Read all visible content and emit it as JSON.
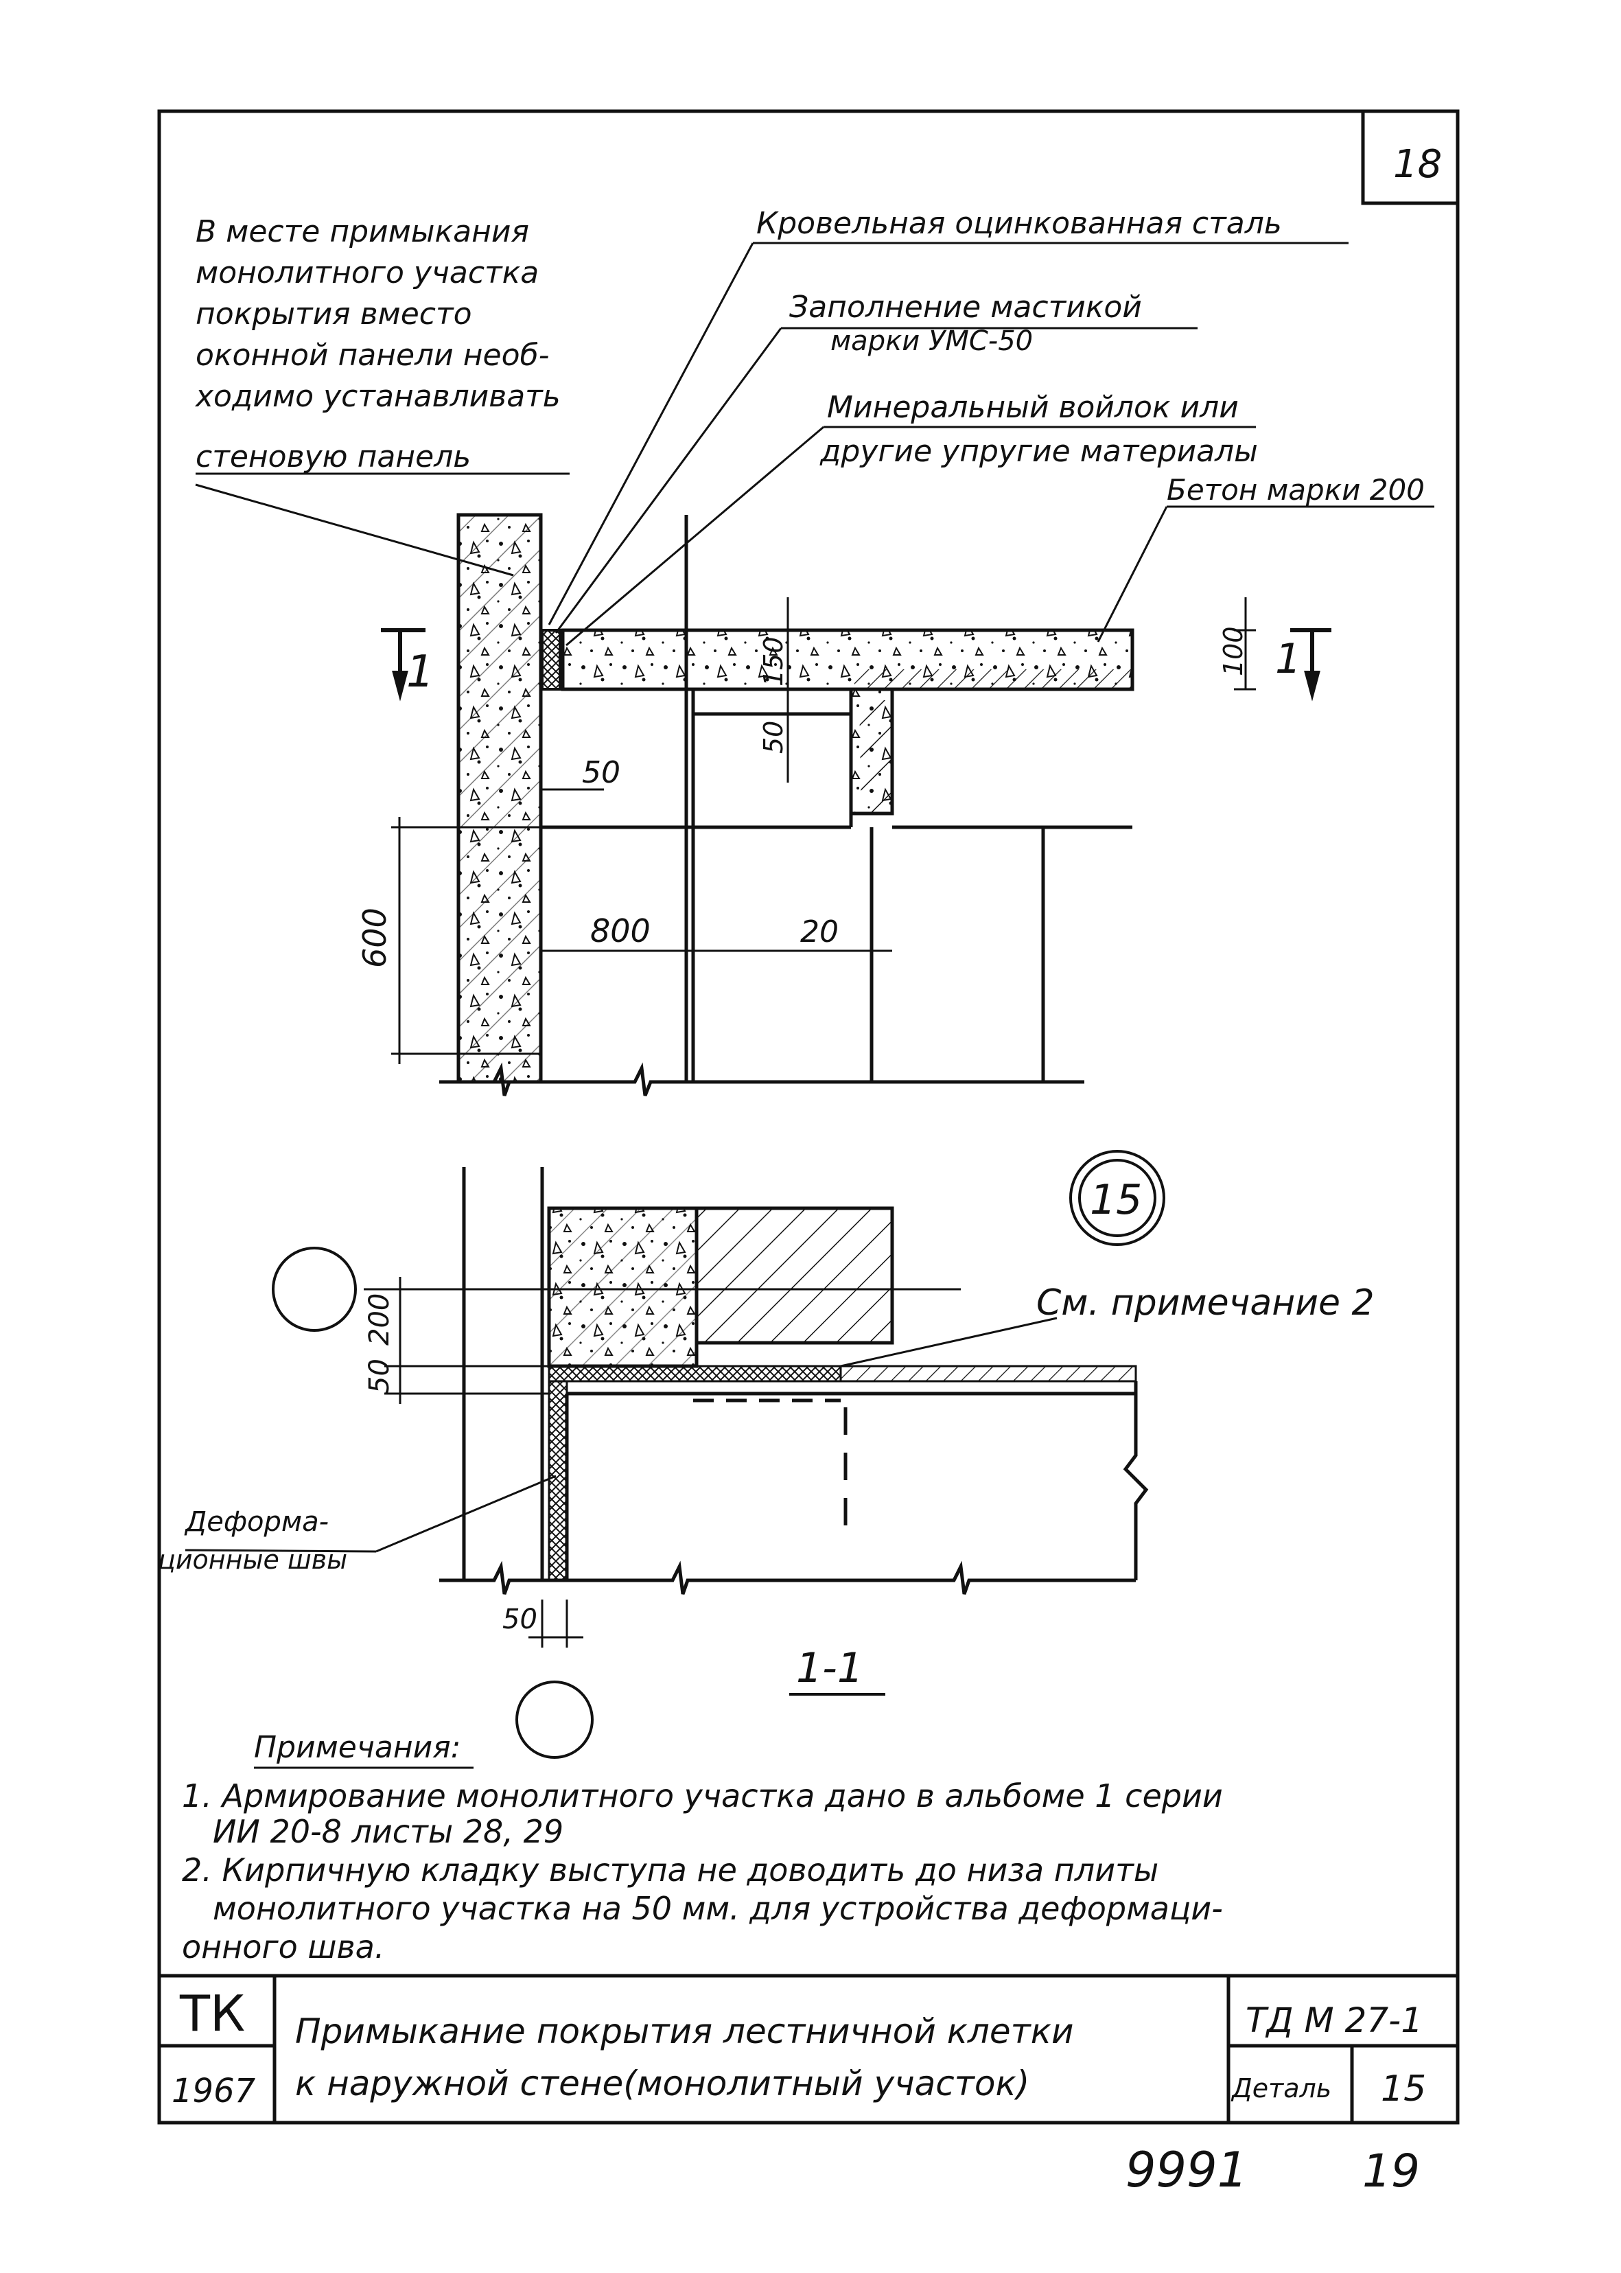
{
  "sheet": {
    "sheet_number": "18",
    "view_marker": "1",
    "detail_circle": "15",
    "section_label": "1-1",
    "ink_color": "#111111",
    "paper_color": "#ffffff"
  },
  "annotations": {
    "left_note": [
      "В месте примыкания",
      "монолитного участка",
      "покрытия вместо",
      "оконной панели необ-",
      "ходимо устанавливать",
      "стеновую панель"
    ],
    "roof_steel": "Кровельная оцинкованная сталь",
    "mastic": [
      "Заполнение мастикой",
      "марки УМС-50"
    ],
    "felt": [
      "Минеральный войлок или",
      "другие упругие материалы"
    ],
    "concrete": "Бетон марки 200",
    "see_note": "См. примечание 2",
    "deform": [
      "Деформа-",
      "ционные швы"
    ]
  },
  "dimensions": {
    "d50_upper": "50",
    "d600": "600",
    "d800": "800",
    "d20": "20",
    "d150": "150",
    "d50_vertical": "50",
    "d100": "100",
    "d200": "200",
    "d50_plan": "50",
    "d50_bottom": "50"
  },
  "notes": {
    "heading": "Примечания:",
    "lines": [
      "1. Армирование монолитного участка дано в альбоме 1 серии",
      "ИИ 20-8 листы 28, 29",
      "2. Кирпичную кладку выступа не доводить до низа плиты",
      "монолитного участка на 50 мм. для устройства деформаци-",
      "онного шва."
    ]
  },
  "title_block": {
    "org": "ТК",
    "year": "1967",
    "title_line1": "Примыкание покрытия лестничной клетки",
    "title_line2": "к наружной стене(монолитный участок)",
    "code": "ТД М 27-1",
    "detail_label": "Деталь",
    "detail_number": "15"
  },
  "footer": {
    "archive_number": "9991",
    "page": "19"
  }
}
